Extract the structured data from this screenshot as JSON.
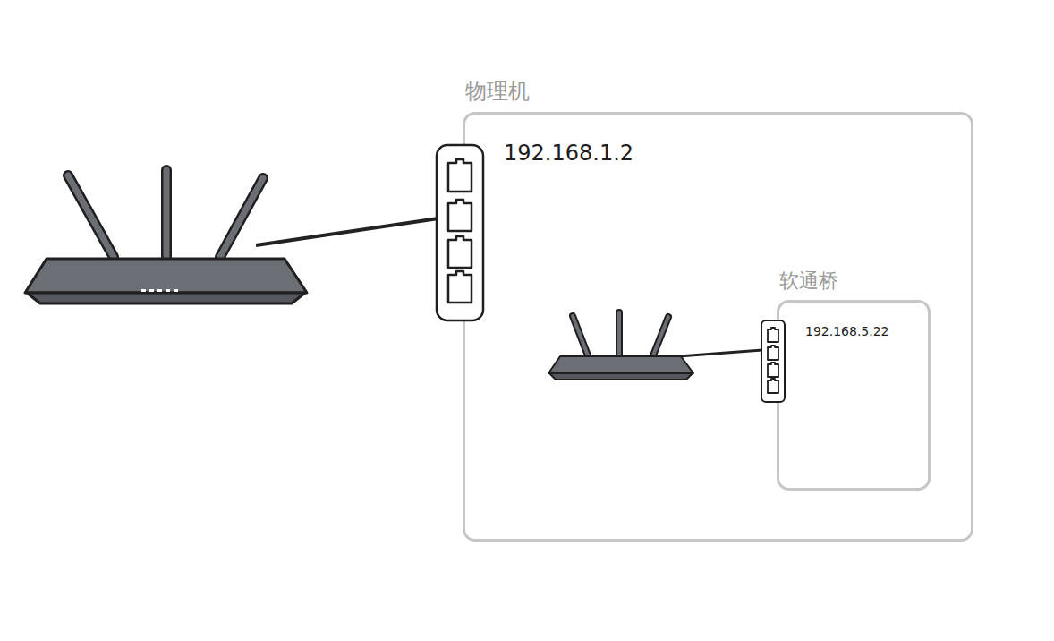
{
  "diagram": {
    "nodes": [
      {
        "text": [
          "物理机",
          "192.168.1.2"
        ]
      },
      {
        "text": [
          "软通桥",
          "192.168.5.22"
        ],
        "in": 0
      }
    ]
  }
}
